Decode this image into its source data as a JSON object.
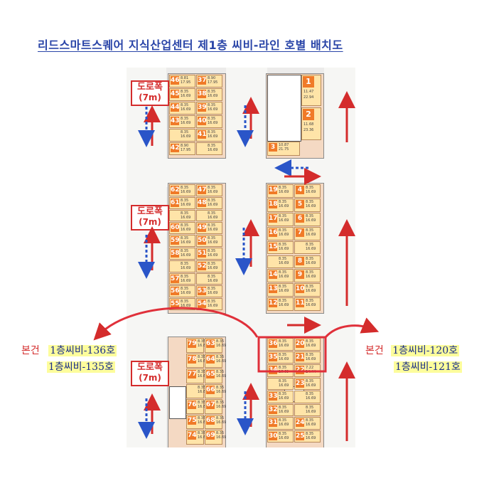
{
  "title": "리드스마트스퀘어 지식산업센터 제1층 씨비-라인 호별 배치도",
  "road_sign": {
    "line1": "도로폭",
    "line2": "(7m)"
  },
  "left_callout": {
    "prefix": "본건",
    "items": [
      "1층씨비-136호",
      "1층씨비-135호"
    ]
  },
  "right_callout": {
    "prefix": "본건",
    "items": [
      "1층씨비-120호",
      "1층씨비-121호"
    ]
  },
  "blocks": {
    "top_left": [
      {
        "n": "46",
        "a": "8.81",
        "b": "17.95"
      },
      {
        "n": "37",
        "a": "8.90",
        "b": "17.95"
      },
      {
        "n": "45",
        "a": "8.35",
        "b": "16.69"
      },
      {
        "n": "38",
        "a": "8.35",
        "b": "16.69"
      },
      {
        "n": "44",
        "a": "8.35",
        "b": "16.69"
      },
      {
        "n": "39",
        "a": "8.35",
        "b": "16.69"
      },
      {
        "n": "43",
        "a": "8.35",
        "b": "16.69"
      },
      {
        "n": "40",
        "a": "8.35",
        "b": "16.69"
      },
      {
        "n": "",
        "a": "8.35",
        "b": "16.69"
      },
      {
        "n": "41",
        "a": "8.35",
        "b": "16.69"
      },
      {
        "n": "42",
        "a": "8.90",
        "b": "17.95"
      },
      {
        "n": "",
        "a": "8.35",
        "b": "16.69"
      }
    ],
    "top_right": [
      {
        "n": "1",
        "a": "11.47",
        "b": "22.94"
      },
      {
        "n": "2",
        "a": "11.68",
        "b": "23.36"
      },
      {
        "n": "3",
        "a": "10.87",
        "b": "21.75"
      }
    ],
    "mid_left": [
      {
        "n": "62",
        "a": "8.35",
        "b": "16.69"
      },
      {
        "n": "47",
        "a": "8.35",
        "b": "16.69"
      },
      {
        "n": "61",
        "a": "8.35",
        "b": "16.69"
      },
      {
        "n": "48",
        "a": "8.35",
        "b": "16.69"
      },
      {
        "n": "",
        "a": "8.35",
        "b": "16.69"
      },
      {
        "n": "",
        "a": "8.35",
        "b": "16.69"
      },
      {
        "n": "60",
        "a": "8.35",
        "b": "16.69"
      },
      {
        "n": "49",
        "a": "8.35",
        "b": "16.69"
      },
      {
        "n": "59",
        "a": "8.35",
        "b": "16.69"
      },
      {
        "n": "50",
        "a": "8.35",
        "b": "16.69"
      },
      {
        "n": "58",
        "a": "8.35",
        "b": "16.69"
      },
      {
        "n": "51",
        "a": "8.35",
        "b": "16.69"
      },
      {
        "n": "",
        "a": "8.35",
        "b": "16.69"
      },
      {
        "n": "52",
        "a": "8.35",
        "b": "16.69"
      },
      {
        "n": "57",
        "a": "8.35",
        "b": "16.69"
      },
      {
        "n": "",
        "a": "8.35",
        "b": "16.69"
      },
      {
        "n": "56",
        "a": "8.35",
        "b": "16.69"
      },
      {
        "n": "53",
        "a": "8.35",
        "b": "16.69"
      },
      {
        "n": "55",
        "a": "8.35",
        "b": "16.69"
      },
      {
        "n": "54",
        "a": "8.35",
        "b": "16.69"
      }
    ],
    "mid_right": [
      {
        "n": "19",
        "a": "8.35",
        "b": "16.69"
      },
      {
        "n": "4",
        "a": "8.35",
        "b": "16.69"
      },
      {
        "n": "18",
        "a": "8.35",
        "b": "16.69"
      },
      {
        "n": "5",
        "a": "8.35",
        "b": "16.69"
      },
      {
        "n": "17",
        "a": "8.35",
        "b": "16.69"
      },
      {
        "n": "6",
        "a": "8.35",
        "b": "16.69"
      },
      {
        "n": "16",
        "a": "8.35",
        "b": "16.69"
      },
      {
        "n": "7",
        "a": "8.35",
        "b": "16.69"
      },
      {
        "n": "15",
        "a": "8.35",
        "b": "16.69"
      },
      {
        "n": "",
        "a": "8.35",
        "b": "16.69"
      },
      {
        "n": "",
        "a": "8.35",
        "b": "16.69"
      },
      {
        "n": "8",
        "a": "8.35",
        "b": "16.69"
      },
      {
        "n": "14",
        "a": "8.35",
        "b": "16.69"
      },
      {
        "n": "9",
        "a": "8.35",
        "b": "16.69"
      },
      {
        "n": "13",
        "a": "8.35",
        "b": "16.69"
      },
      {
        "n": "10",
        "a": "8.35",
        "b": "16.69"
      },
      {
        "n": "12",
        "a": "8.35",
        "b": "16.69"
      },
      {
        "n": "11",
        "a": "8.35",
        "b": "16.69"
      }
    ],
    "bot_left": [
      {
        "n": "79",
        "a": "8.35",
        "b": "16.69"
      },
      {
        "n": "63",
        "a": "8.35",
        "b": "16.69"
      },
      {
        "n": "78",
        "a": "8.35",
        "b": "16.69"
      },
      {
        "n": "64",
        "a": "8.35",
        "b": "16.69"
      },
      {
        "n": "77",
        "a": "8.35",
        "b": "16.69"
      },
      {
        "n": "65",
        "a": "8.35",
        "b": "16.69"
      },
      {
        "n": "",
        "a": "8.35",
        "b": "16.69"
      },
      {
        "n": "66",
        "a": "8.35",
        "b": "16.69"
      },
      {
        "n": "76",
        "a": "8.35",
        "b": "16.69"
      },
      {
        "n": "67",
        "a": "8.35",
        "b": "16.69"
      },
      {
        "n": "75",
        "a": "8.35",
        "b": "16.69"
      },
      {
        "n": "68",
        "a": "8.35",
        "b": "16.69"
      },
      {
        "n": "74",
        "a": "8.35",
        "b": "16.69"
      },
      {
        "n": "69",
        "a": "8.35",
        "b": "16.69"
      }
    ],
    "bot_right": [
      {
        "n": "36",
        "a": "8.35",
        "b": "16.69"
      },
      {
        "n": "20",
        "a": "8.35",
        "b": "16.69"
      },
      {
        "n": "35",
        "a": "8.35",
        "b": "16.69"
      },
      {
        "n": "21",
        "a": "8.35",
        "b": "16.69"
      },
      {
        "n": "34",
        "a": "8.35",
        "b": "16.69"
      },
      {
        "n": "22",
        "a": "7.22",
        "b": "14.44"
      },
      {
        "n": "",
        "a": "8.35",
        "b": "16.69"
      },
      {
        "n": "23",
        "a": "8.35",
        "b": "16.69"
      },
      {
        "n": "33",
        "a": "8.35",
        "b": "16.69"
      },
      {
        "n": "",
        "a": "8.35",
        "b": "16.69"
      },
      {
        "n": "32",
        "a": "8.35",
        "b": "16.69"
      },
      {
        "n": "",
        "a": "8.35",
        "b": "16.69"
      },
      {
        "n": "31",
        "a": "8.35",
        "b": "16.69"
      },
      {
        "n": "24",
        "a": "8.35",
        "b": "16.69"
      },
      {
        "n": "30",
        "a": "8.35",
        "b": "16.69"
      },
      {
        "n": "25",
        "a": "8.35",
        "b": "16.69"
      }
    ]
  },
  "colors": {
    "unit_fill": "#ffe4a8",
    "unit_number": "#f07a28",
    "arrow_red": "#d42c2c",
    "arrow_blue": "#2a55c8",
    "title": "#2a45a8"
  }
}
